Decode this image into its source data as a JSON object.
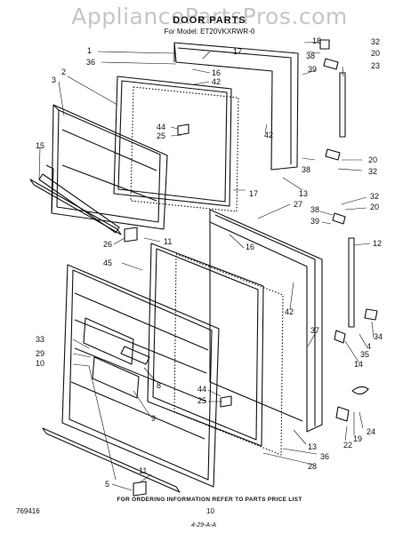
{
  "watermark": "AppliancePartsPros.com",
  "title": "DOOR PARTS",
  "model": "For Model: ET20VKXRWR-0",
  "footer_note": "FOR ORDERING INFORMATION REFER TO PARTS PRICE LIST",
  "part_no": "769416",
  "page_num": "10",
  "handwritten": "4-29-A-A",
  "callouts": {
    "c1": "1",
    "c36a": "36",
    "c2": "2",
    "c3": "3",
    "c17a": "17",
    "c16a": "16",
    "c42a": "42",
    "c18": "18",
    "c32a": "32",
    "c38a": "38",
    "c20a": "20",
    "c39a": "39",
    "c23": "23",
    "c42b": "42",
    "c44a": "44",
    "c25a": "25",
    "c15": "15",
    "c38b": "38",
    "c20b": "20",
    "c32b": "32",
    "c17b": "17",
    "c13a": "13",
    "c32c": "32",
    "c27": "27",
    "c20c": "20",
    "c38c": "38",
    "c39b": "39",
    "c12": "12",
    "c26": "26",
    "c11a": "11",
    "c16b": "16",
    "c45": "45",
    "c42c": "42",
    "c37": "37",
    "c34": "34",
    "c4": "4",
    "c35": "35",
    "c33": "33",
    "c29": "29",
    "c10": "10",
    "c14": "14",
    "c8": "8",
    "c44b": "44",
    "c25b": "25",
    "c9": "9",
    "c13b": "13",
    "c36b": "36",
    "c28": "28",
    "c22": "22",
    "c19": "19",
    "c24": "24",
    "c11b": "11",
    "c5": "5"
  }
}
